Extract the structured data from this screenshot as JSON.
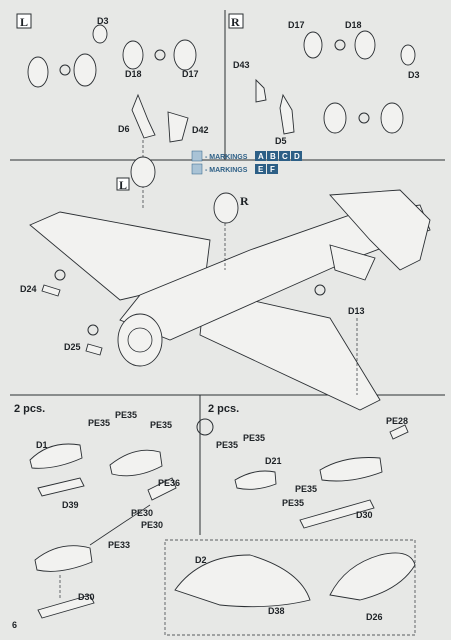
{
  "panels": {
    "left_gear": {
      "box_label": "L",
      "callouts": [
        "D3",
        "D18",
        "D17",
        "D6",
        "D42"
      ]
    },
    "right_gear": {
      "box_label": "R",
      "callouts": [
        "D17",
        "D18",
        "D43",
        "D3",
        "D5"
      ]
    },
    "main_assembly": {
      "callouts": [
        "D24",
        "D25",
        "D13"
      ],
      "box_left": "L",
      "box_right": "R"
    },
    "markings": [
      {
        "text": "- MARKINGS",
        "letters": [
          "A",
          "B",
          "C",
          "D"
        ]
      },
      {
        "text": "- MARKINGS",
        "letters": [
          "E",
          "F"
        ]
      }
    ],
    "left_bottom": {
      "quantity": "2 pcs.",
      "callouts": [
        "PE35",
        "PE35",
        "PE35",
        "D1",
        "D39",
        "PE36",
        "PE30",
        "PE33",
        "PE30",
        "D30"
      ]
    },
    "right_bottom": {
      "quantity": "2 pcs.",
      "callouts": [
        "PE28",
        "PE35",
        "PE35",
        "D21",
        "PE35",
        "PE35",
        "D30",
        "D2",
        "D38",
        "D26"
      ]
    }
  },
  "page_number": "6"
}
